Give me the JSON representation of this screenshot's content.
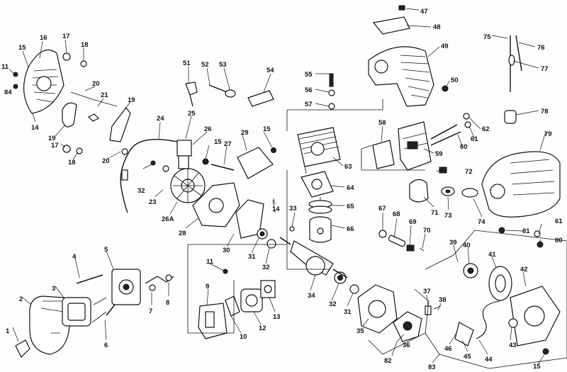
{
  "callouts": [
    {
      "id": "c1",
      "text": "1"
    },
    {
      "id": "c2",
      "text": "2"
    },
    {
      "id": "c3",
      "text": "3"
    },
    {
      "id": "c4",
      "text": "4"
    },
    {
      "id": "c5",
      "text": "5"
    },
    {
      "id": "c6",
      "text": "6"
    },
    {
      "id": "c7",
      "text": "7"
    },
    {
      "id": "c8",
      "text": "8"
    },
    {
      "id": "c9",
      "text": "9"
    },
    {
      "id": "c10",
      "text": "10"
    },
    {
      "id": "c11a",
      "text": "11"
    },
    {
      "id": "c11b",
      "text": "11"
    },
    {
      "id": "c12",
      "text": "12"
    },
    {
      "id": "c13",
      "text": "13"
    },
    {
      "id": "c14a",
      "text": "14"
    },
    {
      "id": "c14b",
      "text": "14"
    },
    {
      "id": "c15a",
      "text": "15"
    },
    {
      "id": "c15b",
      "text": "15"
    },
    {
      "id": "c15c",
      "text": "15"
    },
    {
      "id": "c15d",
      "text": "15"
    },
    {
      "id": "c16",
      "text": "16"
    },
    {
      "id": "c17a",
      "text": "17"
    },
    {
      "id": "c17b",
      "text": "17"
    },
    {
      "id": "c18a",
      "text": "18"
    },
    {
      "id": "c18b",
      "text": "18"
    },
    {
      "id": "c19a",
      "text": "19"
    },
    {
      "id": "c19b",
      "text": "19"
    },
    {
      "id": "c20a",
      "text": "20"
    },
    {
      "id": "c20b",
      "text": "20"
    },
    {
      "id": "c21",
      "text": "21"
    },
    {
      "id": "c23",
      "text": "23"
    },
    {
      "id": "c24",
      "text": "24"
    },
    {
      "id": "c25",
      "text": "25"
    },
    {
      "id": "c26",
      "text": "26"
    },
    {
      "id": "c26A",
      "text": "26A"
    },
    {
      "id": "c27",
      "text": "27"
    },
    {
      "id": "c28",
      "text": "28"
    },
    {
      "id": "c29",
      "text": "29"
    },
    {
      "id": "c30",
      "text": "30"
    },
    {
      "id": "c31a",
      "text": "31"
    },
    {
      "id": "c31b",
      "text": "31"
    },
    {
      "id": "c32a",
      "text": "32"
    },
    {
      "id": "c32b",
      "text": "32"
    },
    {
      "id": "c32c",
      "text": "32"
    },
    {
      "id": "c33",
      "text": "33"
    },
    {
      "id": "c34",
      "text": "34"
    },
    {
      "id": "c35",
      "text": "35"
    },
    {
      "id": "c36",
      "text": "36"
    },
    {
      "id": "c37",
      "text": "37"
    },
    {
      "id": "c38",
      "text": "38"
    },
    {
      "id": "c39",
      "text": "39"
    },
    {
      "id": "c40",
      "text": "40"
    },
    {
      "id": "c41",
      "text": "41"
    },
    {
      "id": "c42",
      "text": "42"
    },
    {
      "id": "c43",
      "text": "43"
    },
    {
      "id": "c44",
      "text": "44"
    },
    {
      "id": "c45",
      "text": "45"
    },
    {
      "id": "c46",
      "text": "46"
    },
    {
      "id": "c47",
      "text": "47"
    },
    {
      "id": "c48",
      "text": "48"
    },
    {
      "id": "c49",
      "text": "49"
    },
    {
      "id": "c50",
      "text": "50"
    },
    {
      "id": "c51",
      "text": "51"
    },
    {
      "id": "c52",
      "text": "52"
    },
    {
      "id": "c53",
      "text": "53"
    },
    {
      "id": "c54",
      "text": "54"
    },
    {
      "id": "c55",
      "text": "55"
    },
    {
      "id": "c56",
      "text": "56"
    },
    {
      "id": "c57",
      "text": "57"
    },
    {
      "id": "c58",
      "text": "58"
    },
    {
      "id": "c59",
      "text": "59"
    },
    {
      "id": "c60",
      "text": "60"
    },
    {
      "id": "c61a",
      "text": "61"
    },
    {
      "id": "c61b",
      "text": "61"
    },
    {
      "id": "c62",
      "text": "62"
    },
    {
      "id": "c63",
      "text": "63"
    },
    {
      "id": "c64",
      "text": "64"
    },
    {
      "id": "c65",
      "text": "65"
    },
    {
      "id": "c66",
      "text": "66"
    },
    {
      "id": "c67",
      "text": "67"
    },
    {
      "id": "c68",
      "text": "68"
    },
    {
      "id": "c69",
      "text": "69"
    },
    {
      "id": "c70",
      "text": "70"
    },
    {
      "id": "c71",
      "text": "71"
    },
    {
      "id": "c72",
      "text": "72"
    },
    {
      "id": "c73",
      "text": "73"
    },
    {
      "id": "c74",
      "text": "74"
    },
    {
      "id": "c75",
      "text": "75"
    },
    {
      "id": "c76",
      "text": "76"
    },
    {
      "id": "c77",
      "text": "77"
    },
    {
      "id": "c78",
      "text": "78"
    },
    {
      "id": "c79",
      "text": "79"
    },
    {
      "id": "c80",
      "text": "80"
    },
    {
      "id": "c81",
      "text": "81"
    },
    {
      "id": "c82",
      "text": "82"
    },
    {
      "id": "c83",
      "text": "83"
    },
    {
      "id": "c84",
      "text": "84"
    }
  ]
}
